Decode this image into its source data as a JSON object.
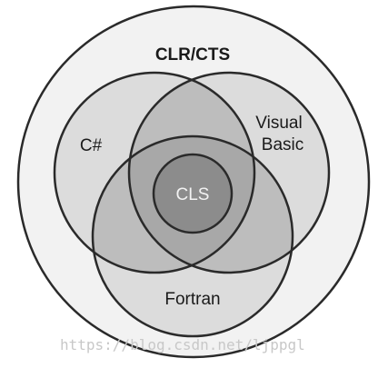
{
  "diagram": {
    "outer_title": "CLR/CTS",
    "sets": {
      "csharp": "C#",
      "visual_basic_line1": "Visual",
      "visual_basic_line2": "Basic",
      "fortran": "Fortran",
      "cls": "CLS"
    },
    "watermark": "https://blog.csdn.net/ljppgl",
    "colors": {
      "outer_fill": "#f2f2f2",
      "set_fill": "#dcdcdc",
      "pair_overlap_fill": "#bdbdbd",
      "triple_overlap_fill": "#a8a8a8",
      "cls_fill": "#8c8c8c",
      "stroke": "#2a2a2a"
    }
  }
}
